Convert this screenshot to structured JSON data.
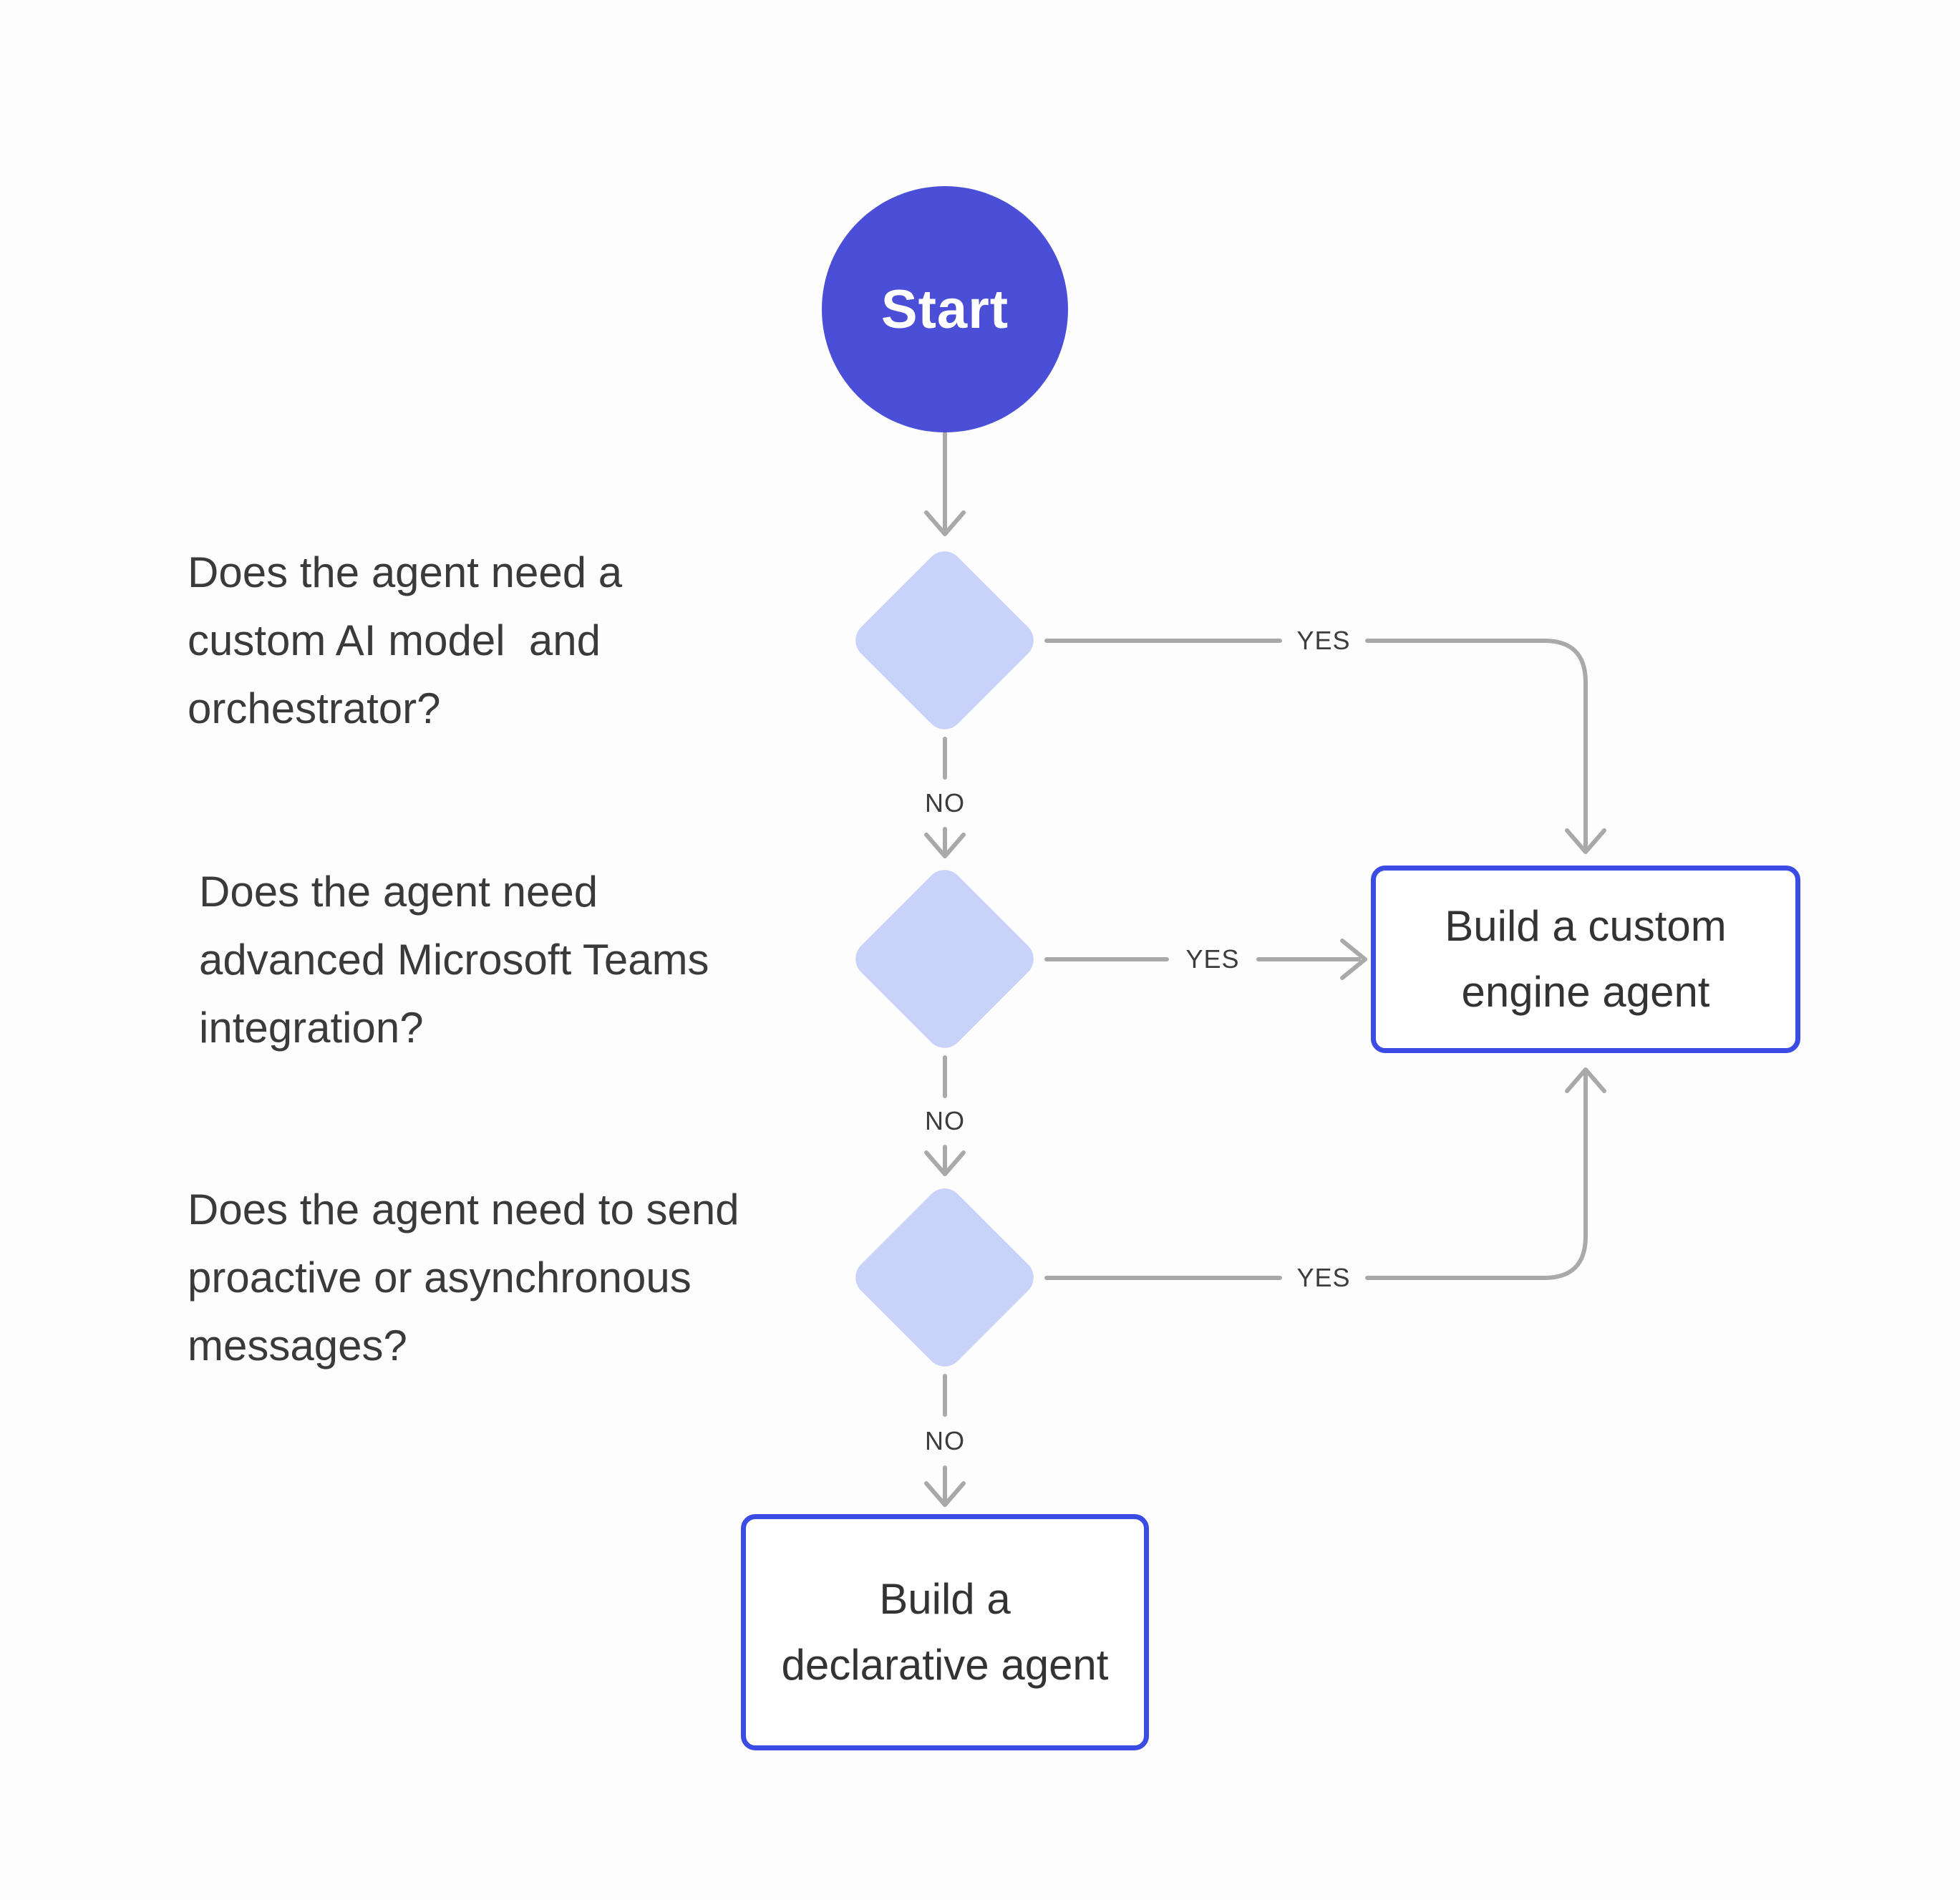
{
  "start": {
    "label": "Start"
  },
  "decisions": [
    {
      "question_line1": "Does the agent need a",
      "question_line2": "custom AI model  and",
      "question_line3": "orchestrator?",
      "yes": "YES",
      "no": "NO"
    },
    {
      "question_line1": "Does the agent need",
      "question_line2": "advanced Microsoft Teams",
      "question_line3": "integration?",
      "yes": "YES",
      "no": "NO"
    },
    {
      "question_line1": "Does the agent need to send",
      "question_line2": "proactive or asynchronous",
      "question_line3": "messages?",
      "yes": "YES",
      "no": "NO"
    }
  ],
  "outcomes": {
    "custom_engine": {
      "line1": "Build a custom",
      "line2": "engine agent"
    },
    "declarative": {
      "line1": "Build a",
      "line2": "declarative agent"
    }
  },
  "colors": {
    "start_fill": "#4b4ed6",
    "start_text": "#ffffff",
    "diamond_fill": "#c9d2f8",
    "outcome_border": "#3b4ce4",
    "outcome_fill": "#ffffff",
    "connector": "#a9a9a9",
    "label_text": "#3c3c3c",
    "question_text": "#3a3a3a"
  }
}
